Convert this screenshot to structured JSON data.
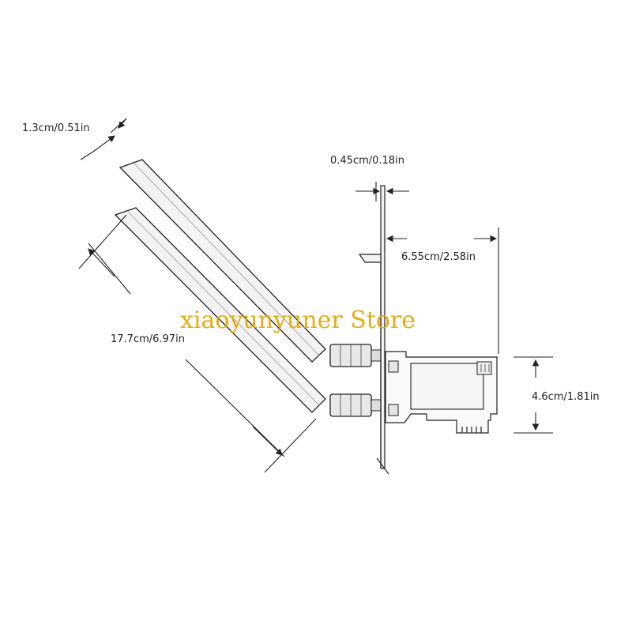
{
  "dimensions": {
    "antenna_width": "1.3cm/0.51in",
    "bracket_thickness": "0.45cm/0.18in",
    "board_length": "6.55cm/2.58in",
    "antenna_length": "17.7cm/6.97in",
    "board_height": "4.6cm/1.81in"
  },
  "watermark": "xiaoyunyuner Store",
  "colors": {
    "line": "#222222",
    "part_fill": "#f3f3f3",
    "board_fill": "#fafafa",
    "watermark": "#e6a400"
  }
}
